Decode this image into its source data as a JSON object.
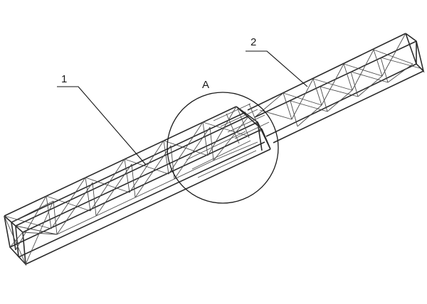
{
  "labels": {
    "part1": "1",
    "part2": "2",
    "detail": "A"
  }
}
